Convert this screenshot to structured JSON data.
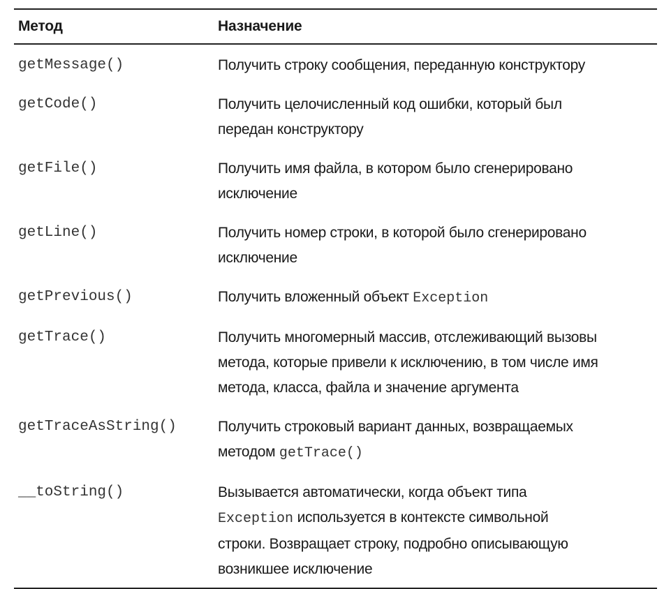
{
  "table": {
    "headers": {
      "method": "Метод",
      "purpose": "Назначение"
    },
    "rows": [
      {
        "method": "getMessage()",
        "purpose": [
          "Получить строку сообщения, переданную конструктору"
        ]
      },
      {
        "method": "getCode()",
        "purpose": [
          "Получить целочисленный код ошибки, который был",
          "передан конструктору"
        ]
      },
      {
        "method": "getFile()",
        "purpose": [
          "Получить имя файла, в котором было сгенерировано",
          "исключение"
        ]
      },
      {
        "method": "getLine()",
        "purpose": [
          "Получить номер строки, в которой было сгенерировано",
          "исключение"
        ]
      },
      {
        "method": "getPrevious()",
        "purpose_prefix": "Получить вложенный объект ",
        "purpose_code": "Exception"
      },
      {
        "method": "getTrace()",
        "purpose": [
          "Получить многомерный массив, отслеживающий вызовы",
          "метода, которые привели к исключению, в том числе имя",
          "метода, класса, файла и значение аргумента"
        ]
      },
      {
        "method": "getTraceAsString()",
        "purpose_line1": "Получить строковый вариант данных, возвращаемых",
        "purpose_line2_prefix": "методом ",
        "purpose_line2_code": "getTrace()"
      },
      {
        "method": "__toString()",
        "purpose_line1": "Вызывается автоматически, когда объект типа",
        "purpose_line2_code": "Exception",
        "purpose_line2_suffix": " используется в контексте символьной",
        "purpose_line3": "строки. Возвращает строку, подробно описывающую",
        "purpose_line4": "возникшее исключение"
      }
    ]
  }
}
